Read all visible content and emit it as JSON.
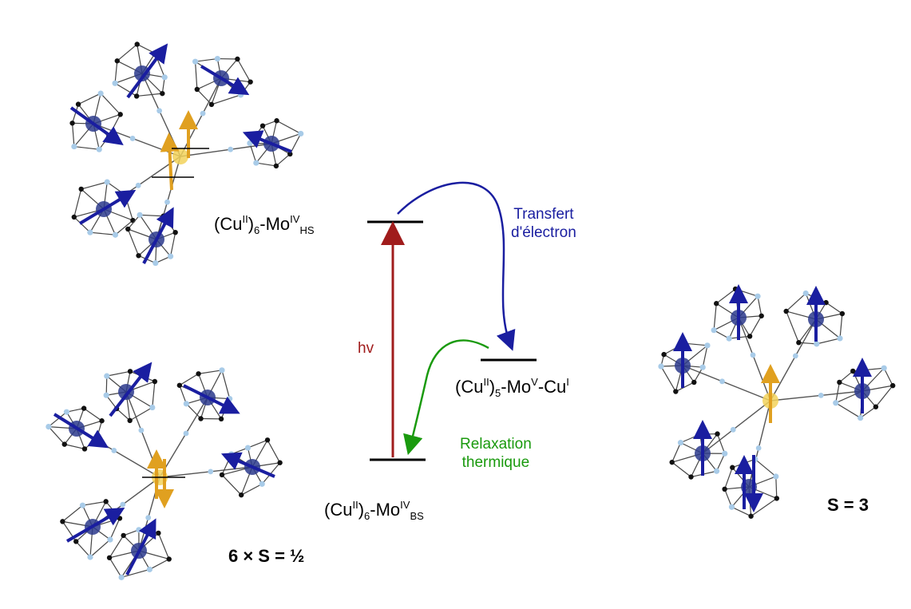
{
  "states": {
    "hs": {
      "base": "(Cu",
      "sup1": "II",
      "mid": ")",
      "sub1": "6",
      "metal": "-Mo",
      "sup2": "IV",
      "sub2": "HS"
    },
    "bs": {
      "base": "(Cu",
      "sup1": "II",
      "mid": ")",
      "sub1": "6",
      "metal": "-Mo",
      "sup2": "IV",
      "sub2": "BS"
    },
    "ct": {
      "base": "(Cu",
      "sup1": "II",
      "mid": ")",
      "sub1": "5",
      "metal": "-Mo",
      "sup2": "V",
      "tail": "-Cu",
      "sup3": "I"
    }
  },
  "transitions": {
    "excitation": "hv",
    "electron_transfer": [
      "Transfert",
      "d'électron"
    ],
    "relaxation": [
      "Relaxation",
      "thermique"
    ]
  },
  "spin_labels": {
    "left": "6 × S = ½",
    "right": "S = 3"
  },
  "colors": {
    "hv_arrow": "#a01c1c",
    "transfer_arrow": "#1a1ea0",
    "relaxation_arrow": "#1a9a0e",
    "cu_spin_arrow": "#1a1ea0",
    "mo_spin_arrow": "#e0a020",
    "cu_atom": "#2c3a8c",
    "mo_atom": "#f2d25a",
    "n_atom": "#a8cbe8",
    "c_atom": "#111111"
  }
}
